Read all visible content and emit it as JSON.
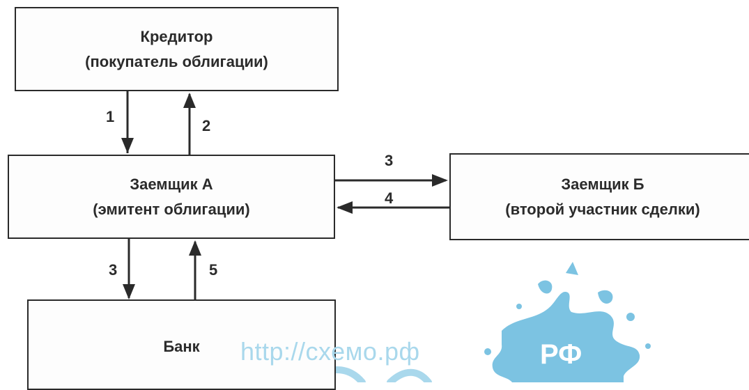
{
  "diagram": {
    "nodes": [
      {
        "id": "creditor",
        "title": "Кредитор",
        "subtitle": "(покупатель облигации)"
      },
      {
        "id": "borrower_a",
        "title": "Заемщик А",
        "subtitle": "(эмитент облигации)"
      },
      {
        "id": "borrower_b",
        "title": "Заемщик Б",
        "subtitle": "(второй участник сделки)"
      },
      {
        "id": "bank",
        "title": "Банк"
      }
    ],
    "edges": [
      {
        "from": "creditor",
        "to": "borrower_a",
        "label": "1"
      },
      {
        "from": "borrower_a",
        "to": "creditor",
        "label": "2"
      },
      {
        "from": "borrower_a",
        "to": "borrower_b",
        "label": "3"
      },
      {
        "from": "borrower_b",
        "to": "borrower_a",
        "label": "4"
      },
      {
        "from": "borrower_a",
        "to": "bank",
        "label": "3"
      },
      {
        "from": "bank",
        "to": "borrower_a",
        "label": "5"
      }
    ]
  },
  "watermark": {
    "url": "http://схемо.рф",
    "badge": "РФ",
    "colors": {
      "logo": "#a9d8ec",
      "splash": "#7cc3e2",
      "badge_text": "#ffffff"
    }
  },
  "colors": {
    "line": "#2a2a2a",
    "text": "#2b2b2b",
    "background": "#ffffff"
  }
}
